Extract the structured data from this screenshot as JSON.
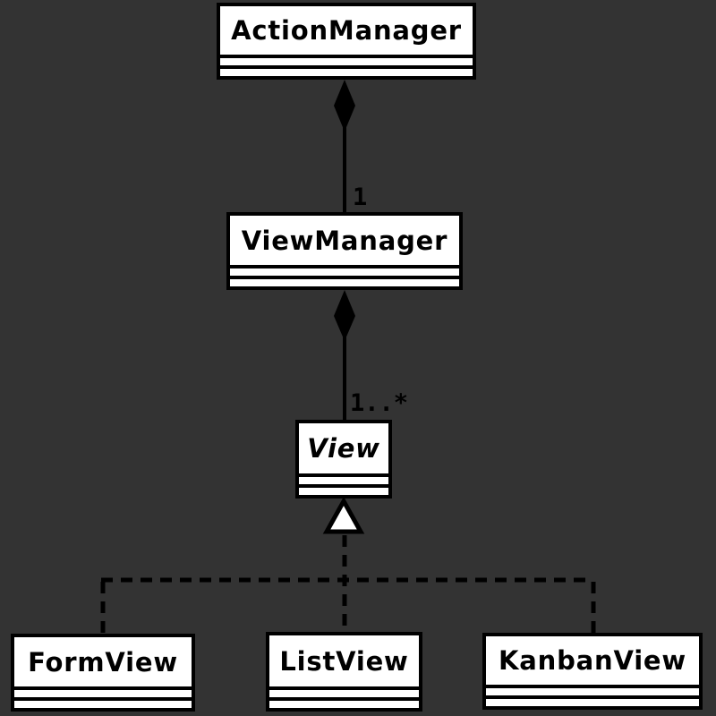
{
  "diagram": {
    "kind": "uml-class-diagram",
    "colors": {
      "background": "#333333",
      "box_fill": "#ffffff",
      "ink": "#000000"
    },
    "classes": [
      {
        "name": "ActionManager",
        "abstract": false,
        "attributes": [],
        "operations": []
      },
      {
        "name": "ViewManager",
        "abstract": false,
        "attributes": [],
        "operations": []
      },
      {
        "name": "View",
        "abstract": true,
        "attributes": [],
        "operations": []
      },
      {
        "name": "FormView",
        "abstract": false,
        "attributes": [],
        "operations": []
      },
      {
        "name": "ListView",
        "abstract": false,
        "attributes": [],
        "operations": []
      },
      {
        "name": "KanbanView",
        "abstract": false,
        "attributes": [],
        "operations": []
      }
    ],
    "relationships": [
      {
        "from": "ActionManager",
        "to": "ViewManager",
        "type": "composition",
        "multiplicity": "1"
      },
      {
        "from": "ViewManager",
        "to": "View",
        "type": "composition",
        "multiplicity": "1..*"
      },
      {
        "from": "View",
        "to": "FormView",
        "type": "realization"
      },
      {
        "from": "View",
        "to": "ListView",
        "type": "realization"
      },
      {
        "from": "View",
        "to": "KanbanView",
        "type": "realization"
      }
    ]
  }
}
